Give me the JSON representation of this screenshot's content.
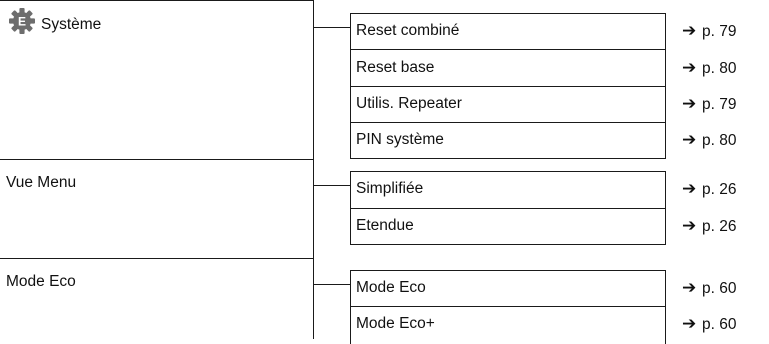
{
  "left_column": [
    {
      "label": "Système",
      "icon": "gear-icon"
    },
    {
      "label": "Vue Menu"
    },
    {
      "label": "Mode Eco"
    }
  ],
  "groups": [
    {
      "items": [
        {
          "label": "Reset combiné",
          "ref": "p. 79"
        },
        {
          "label": "Reset base",
          "ref": "p. 80"
        },
        {
          "label": "Utilis. Repeater",
          "ref": "p. 79"
        },
        {
          "label": "PIN système",
          "ref": "p. 80"
        }
      ]
    },
    {
      "items": [
        {
          "label": "Simplifiée",
          "ref": "p. 26"
        },
        {
          "label": "Etendue",
          "ref": "p. 26"
        }
      ]
    },
    {
      "items": [
        {
          "label": "Mode Eco",
          "ref": "p. 60"
        },
        {
          "label": "Mode Eco+",
          "ref": "p. 60"
        }
      ]
    }
  ],
  "icon_glyph": "E",
  "arrow_glyph": "➔"
}
